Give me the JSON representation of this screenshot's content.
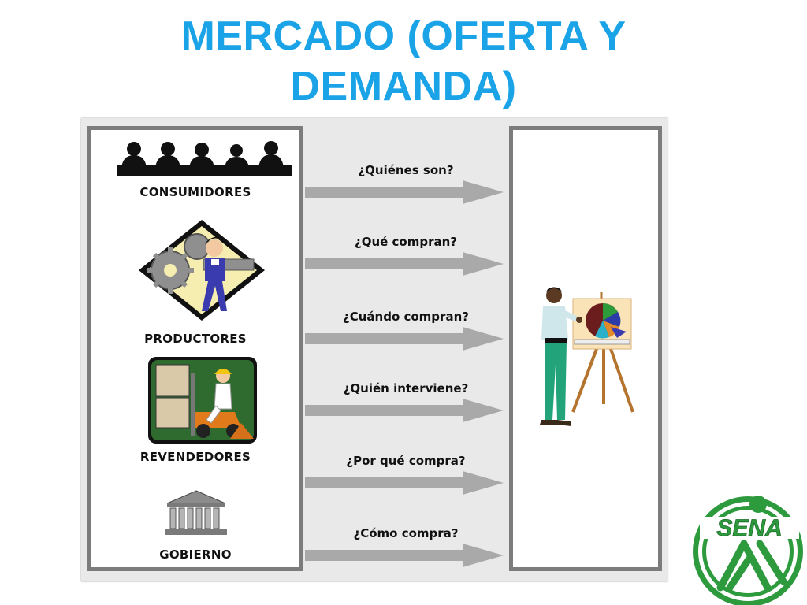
{
  "title": {
    "line1": "MERCADO (OFERTA Y",
    "line2": "DEMANDA)"
  },
  "categories": [
    {
      "label": "CONSUMIDORES",
      "icon": "people-silhouette-icon"
    },
    {
      "label": "PRODUCTORES",
      "icon": "gears-worker-icon"
    },
    {
      "label": "REVENDEDORES",
      "icon": "forklift-worker-icon"
    },
    {
      "label": "GOBIERNO",
      "icon": "government-building-icon"
    }
  ],
  "questions": [
    "¿Quiénes son?",
    "¿Qué compran?",
    "¿Cuándo compran?",
    "¿Quién interviene?",
    "¿Por qué compra?",
    "¿Cómo compra?"
  ],
  "logo": {
    "text": "SENA",
    "icon": "sena-logo-icon"
  },
  "colors": {
    "title": "#1aa3e6",
    "box_border": "#7c7c7c",
    "arrow": "#a9a9a9",
    "logo_green": "#2e9a3e"
  }
}
